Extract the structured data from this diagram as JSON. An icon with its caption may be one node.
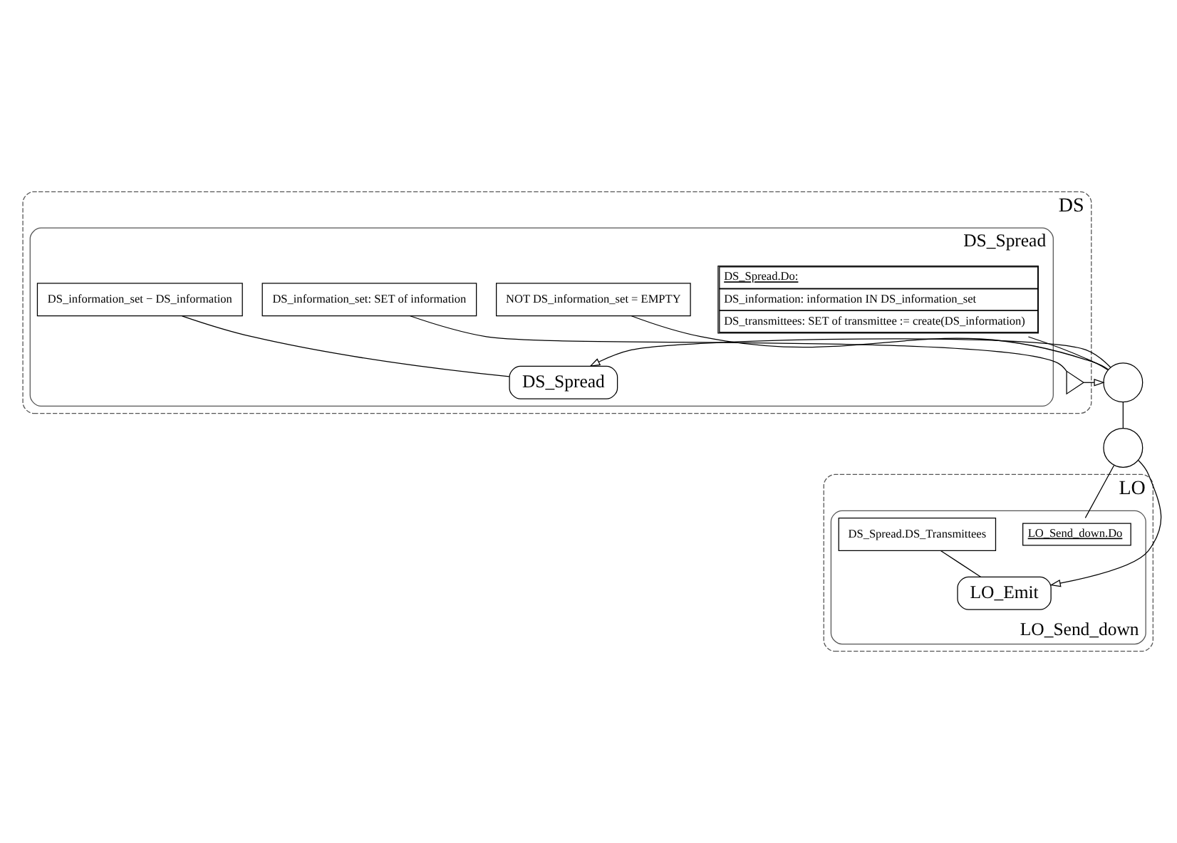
{
  "diagram": {
    "nodes": [
      {
        "text": [
          "DS"
        ]
      },
      {
        "text": [
          "DS_Spread"
        ],
        "in": 0
      },
      {
        "text": [
          "DS_information_set: SET of information"
        ],
        "in": 1
      },
      {
        "text": [
          "DS_Spread.Do:",
          "DS_information: information IN DS_information_set",
          "DS_transmittees: SET of transmittee := create(DS_information)"
        ],
        "in": 1
      },
      {
        "text": [
          "NOT DS_information_set = EMPTY"
        ],
        "in": 1
      },
      {
        "text": [
          "DS_information_set − DS_information"
        ],
        "in": 1
      },
      {
        "text": [
          "DS_Spread"
        ],
        "in": 1
      },
      {
        "text": [],
        "shape": "triangle",
        "in": 0
      },
      {
        "text": [],
        "shape": "circle"
      },
      {
        "text": [
          "LO"
        ]
      },
      {
        "text": [
          "LO_Send_down"
        ],
        "in": 9
      },
      {
        "text": [],
        "shape": "circle"
      },
      {
        "text": [
          "LO_Send_down.Do"
        ],
        "in": 10
      },
      {
        "text": [
          "DS_Spread.DS_Transmittees"
        ],
        "in": 10
      },
      {
        "text": [
          "LO_Emit"
        ],
        "in": 10
      }
    ],
    "edges": [
      {
        "from": 2,
        "to": 7,
        "arrow": "none"
      },
      {
        "from": 7,
        "to": 8,
        "arrow": "to"
      },
      {
        "from": 4,
        "to": 8,
        "arrow": "none"
      },
      {
        "from": 3,
        "to": 8,
        "arrow": "none"
      },
      {
        "from": 8,
        "to": 6,
        "arrow": "to"
      },
      {
        "from": 5,
        "to": 6,
        "arrow": "none"
      },
      {
        "from": 8,
        "to": 11,
        "arrow": "none"
      },
      {
        "from": 11,
        "to": 12,
        "arrow": "none"
      },
      {
        "from": 11,
        "to": 14,
        "arrow": "to"
      },
      {
        "from": 13,
        "to": 14,
        "arrow": "none"
      }
    ]
  }
}
